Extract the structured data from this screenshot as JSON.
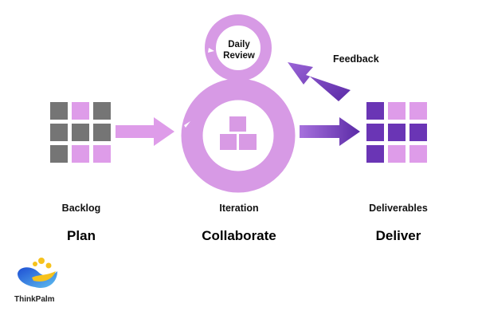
{
  "colors": {
    "grey": "#757575",
    "light_purple": "#de9ce9",
    "dark_purple": "#6a35b5",
    "ring": "#d79ae5",
    "cube": "#d89ae4"
  },
  "diagram": {
    "daily_review": "Daily\nReview",
    "feedback": "Feedback",
    "plan": {
      "caption": "Backlog",
      "title": "Plan"
    },
    "collaborate": {
      "caption": "Iteration",
      "title": "Collaborate"
    },
    "deliver": {
      "caption": "Deliverables",
      "title": "Deliver"
    }
  },
  "backlog_grid": [
    "grey",
    "light",
    "grey",
    "grey",
    "grey",
    "grey",
    "grey",
    "light",
    "light"
  ],
  "deliverables_grid": [
    "dark",
    "light",
    "light",
    "dark",
    "dark",
    "dark",
    "dark",
    "light",
    "light"
  ],
  "logo": {
    "text": "ThinkPalm"
  }
}
